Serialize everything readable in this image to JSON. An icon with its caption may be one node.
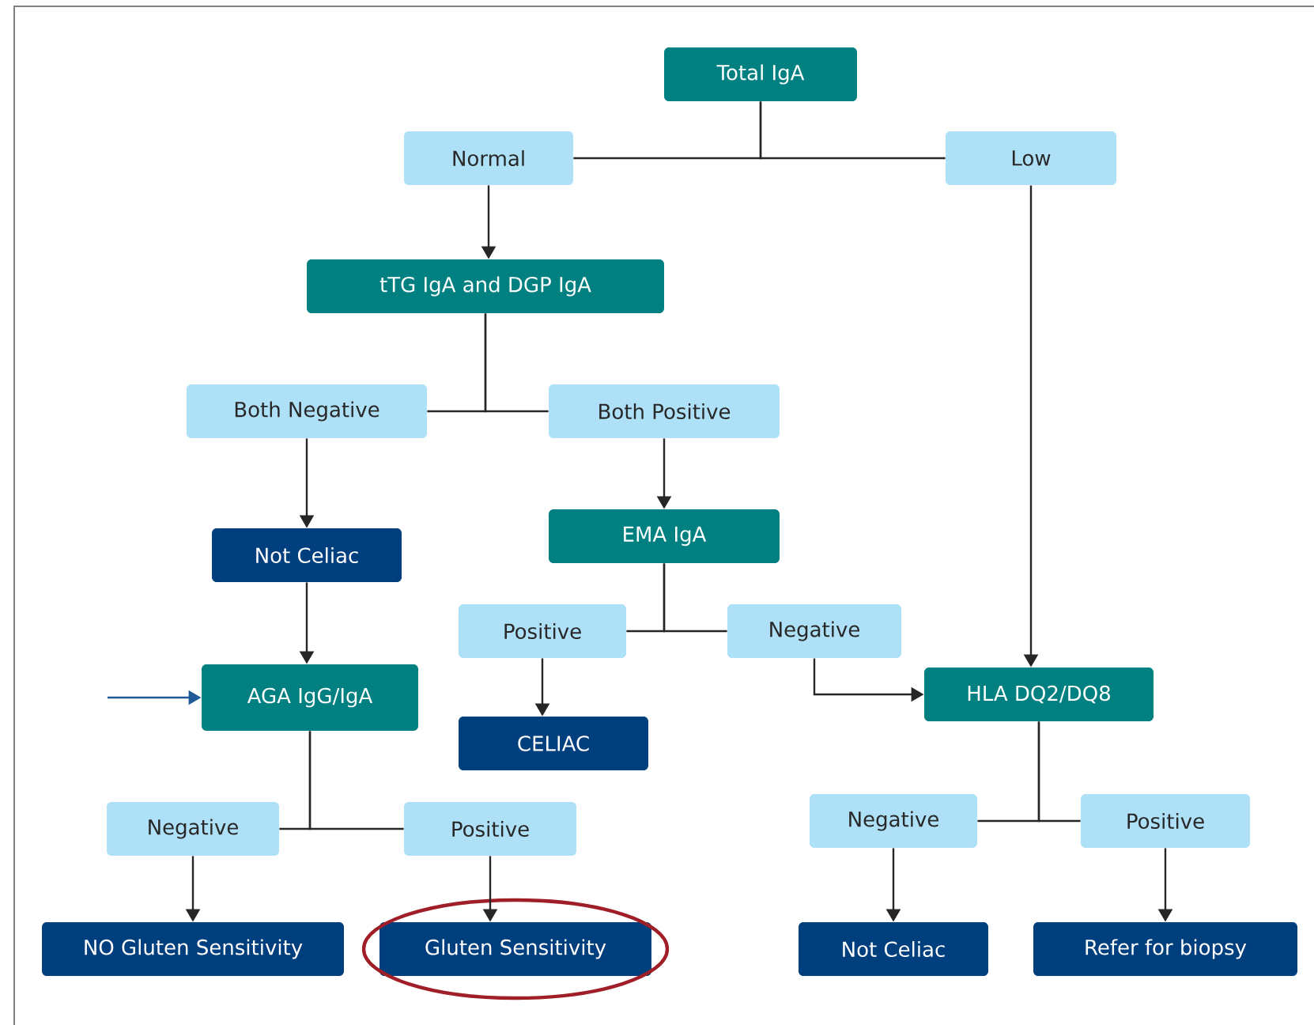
{
  "diagram": {
    "nodes": [
      {
        "text": [
          "Total IgA"
        ]
      },
      {
        "text": [
          "Normal"
        ]
      },
      {
        "text": [
          "Low"
        ]
      },
      {
        "text": [
          "tTG IgA and DGP IgA"
        ]
      },
      {
        "text": [
          "Both Negative"
        ]
      },
      {
        "text": [
          "Both Positive"
        ]
      },
      {
        "text": [
          "Not Celiac"
        ]
      },
      {
        "text": [
          "EMA IgA"
        ]
      },
      {
        "text": [
          "Positive"
        ]
      },
      {
        "text": [
          "Negative"
        ]
      },
      {
        "text": [
          "AGA IgG/IgA"
        ]
      },
      {
        "text": [
          "CELIAC"
        ]
      },
      {
        "text": [
          "HLA DQ2/DQ8"
        ]
      },
      {
        "text": [
          "Negative"
        ]
      },
      {
        "text": [
          "Positive"
        ]
      },
      {
        "text": [
          "Negative"
        ]
      },
      {
        "text": [
          "Positive"
        ]
      },
      {
        "text": [
          "NO Gluten Sensitivity"
        ]
      },
      {
        "text": [
          "Gluten Sensitivity"
        ]
      },
      {
        "text": [
          "Not Celiac"
        ]
      },
      {
        "text": [
          "Refer for biopsy"
        ]
      }
    ],
    "edges": [
      {
        "from": 0,
        "to": 1,
        "arrow": "none"
      },
      {
        "from": 0,
        "to": 2,
        "arrow": "none"
      },
      {
        "from": 1,
        "to": 3,
        "arrow": "to"
      },
      {
        "from": 3,
        "to": 4,
        "arrow": "none"
      },
      {
        "from": 3,
        "to": 5,
        "arrow": "none"
      },
      {
        "from": 4,
        "to": 6,
        "arrow": "to"
      },
      {
        "from": 5,
        "to": 7,
        "arrow": "to"
      },
      {
        "from": 6,
        "to": 10,
        "arrow": "to"
      },
      {
        "from": 7,
        "to": 8,
        "arrow": "none"
      },
      {
        "from": 7,
        "to": 9,
        "arrow": "none"
      },
      {
        "from": 8,
        "to": 11,
        "arrow": "to"
      },
      {
        "from": 9,
        "to": 12,
        "arrow": "to"
      },
      {
        "from": 2,
        "to": 12,
        "arrow": "to"
      },
      {
        "from": null,
        "to": 10,
        "arrow": "to",
        "color": "#1f5a96"
      },
      {
        "from": 10,
        "to": 13,
        "arrow": "none"
      },
      {
        "from": 10,
        "to": 14,
        "arrow": "none"
      },
      {
        "from": 13,
        "to": 17,
        "arrow": "to"
      },
      {
        "from": 14,
        "to": 18,
        "arrow": "to"
      },
      {
        "from": 12,
        "to": 15,
        "arrow": "none"
      },
      {
        "from": 12,
        "to": 16,
        "arrow": "none"
      },
      {
        "from": 15,
        "to": 19,
        "arrow": "to"
      },
      {
        "from": 16,
        "to": 20,
        "arrow": "to"
      }
    ]
  }
}
